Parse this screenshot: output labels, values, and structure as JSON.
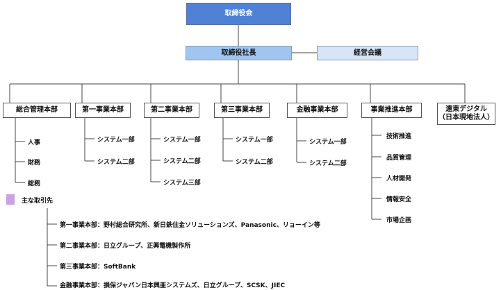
{
  "board": {
    "label": "取締役会"
  },
  "president": {
    "label": "取締役社長"
  },
  "management_council": {
    "label": "経営会議"
  },
  "departments": [
    {
      "label": "総合管理本部",
      "subs": [
        "人事",
        "財務",
        "総務"
      ]
    },
    {
      "label": "第一事業本部",
      "subs": [
        "システム一部",
        "システム二部"
      ]
    },
    {
      "label": "第二事業本部",
      "subs": [
        "システム一部",
        "システム二部",
        "システム三部"
      ]
    },
    {
      "label": "第三事業本部",
      "subs": [
        "システム一部",
        "システム二部"
      ]
    },
    {
      "label": "金融事業本部",
      "subs": [
        "システム一部",
        "システム二部"
      ]
    },
    {
      "label": "事業推進本部",
      "subs": [
        "技術推進",
        "品質管理",
        "人材開発",
        "情報安全",
        "市場企画"
      ]
    },
    {
      "label": "遠東デジタル",
      "label2": "（日本現地法人）",
      "subs": []
    }
  ],
  "clients": {
    "title": "主な取引先",
    "items": [
      "第一事業本部：野村総合研究所、新日鉄住金ソリューションズ、Panasonic、リョーイン等",
      "第二事業本部：日立グループ、正興電機製作所",
      "第三事業本部：SoftBank",
      "金融事業本部：損保ジャパン日本興亜システムズ、日立グループ、SCSK、JIEC"
    ]
  },
  "colors": {
    "board": "#4f82d6",
    "president": "#9fc6ee",
    "council": "#d6e6f7",
    "legend": "#c9a2e6"
  }
}
